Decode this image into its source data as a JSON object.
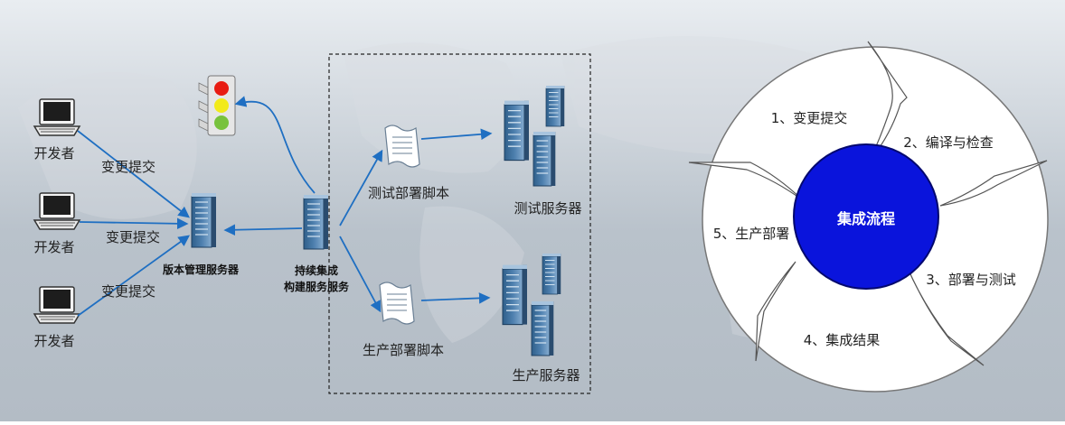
{
  "left_diagram": {
    "developers": [
      "开发者",
      "开发者",
      "开发者"
    ],
    "submit_labels": [
      "变更提交",
      "变更提交",
      "变更提交"
    ],
    "vcs_server": "版本管理服务器",
    "ci_server": [
      "持续集成",
      "构建服务服务"
    ],
    "test_script": "测试部署脚本",
    "test_servers": "测试服务器",
    "prod_script": "生产部署脚本",
    "prod_servers": "生产服务器",
    "traffic_light_colors": [
      "#e81c12",
      "#f2ea1a",
      "#78c23c"
    ]
  },
  "cycle_diagram": {
    "center": "集成流程",
    "center_color": "#0a14dc",
    "steps": [
      "1、变更提交",
      "2、编译与检查",
      "3、部署与测试",
      "4、集成结果",
      "5、生产部署"
    ]
  }
}
